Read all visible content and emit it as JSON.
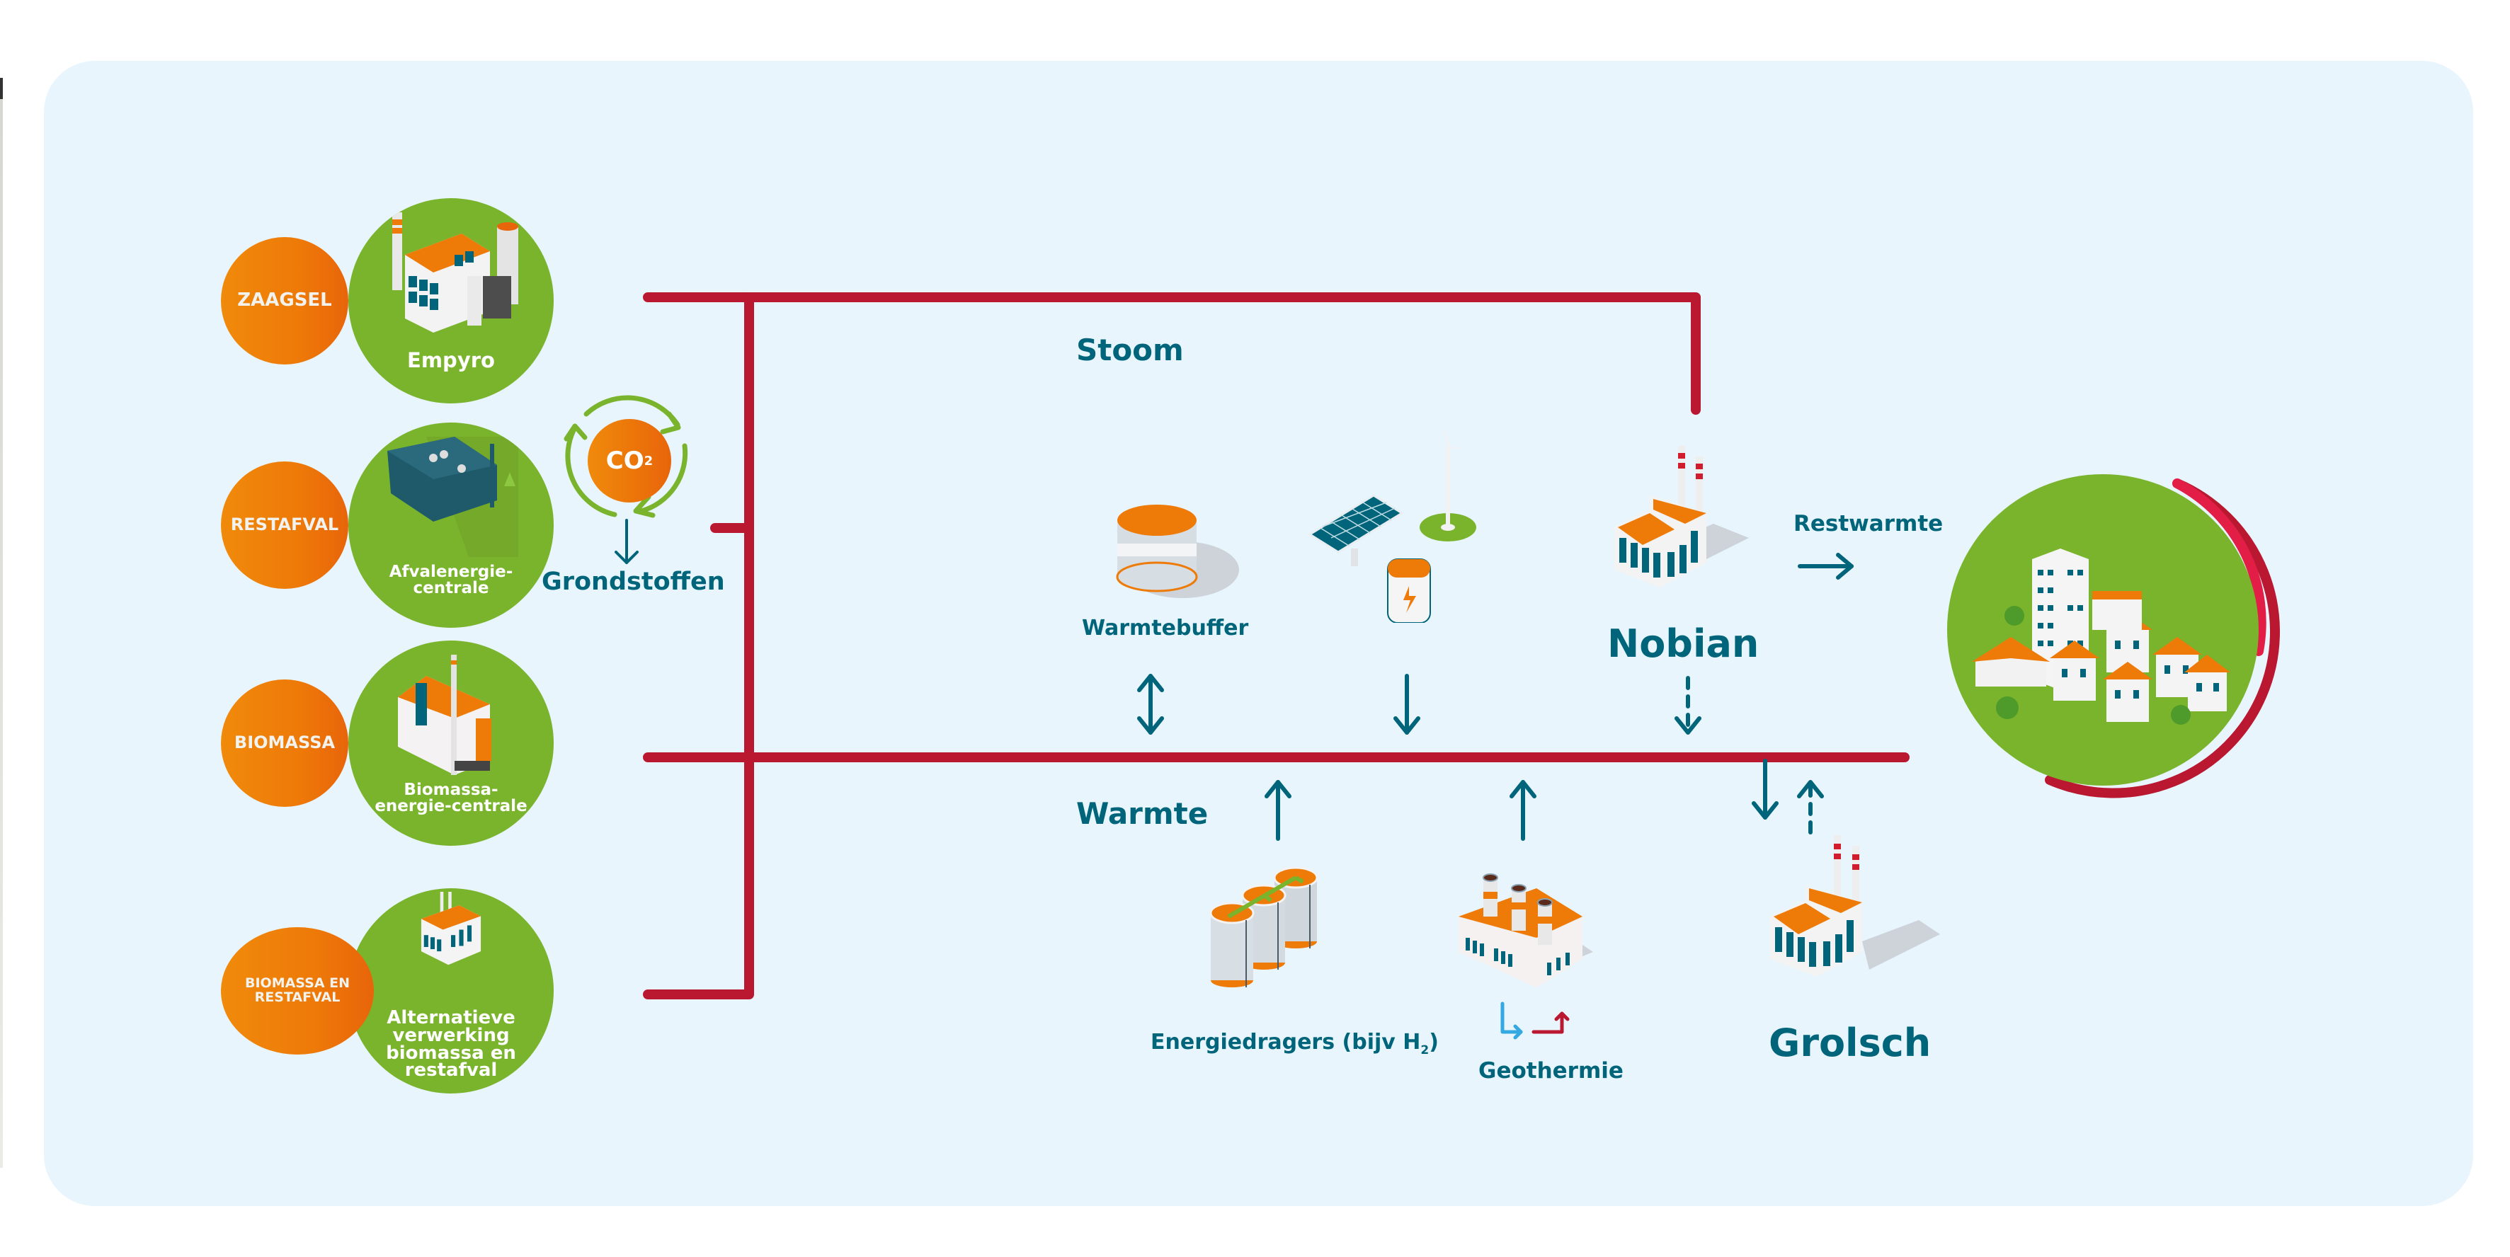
{
  "colors": {
    "background_panel": "#e8f5fd",
    "pipe_red": "#ba1830",
    "teal": "#00657a",
    "green": "#7ab42c",
    "orange": "#ee7a08",
    "arc_red": "#e21e47",
    "geo_blue": "#34a9e1"
  },
  "inputs": [
    {
      "material": "ZAAGSEL",
      "plant": "Empyro",
      "icon": "power-plant-icon"
    },
    {
      "material": "RESTAFVAL",
      "plant": "Afvalenergie-centrale",
      "icon": "waste-plant-icon"
    },
    {
      "material": "BIOMASSA",
      "plant": "Biomassa-energie-centrale",
      "icon": "biomass-plant-icon"
    },
    {
      "material": "BIOMASSA EN RESTAFVAL",
      "plant": "Alternatieve verwerking biomassa en restafval",
      "icon": "factory-icon"
    }
  ],
  "co2": {
    "label": "CO",
    "subscript": "2",
    "output_label": "Grondstoffen"
  },
  "networks": {
    "steam": "Stoom",
    "heat": "Warmte"
  },
  "nodes": {
    "heat_buffer": {
      "label": "Warmtebuffer",
      "flow": "bidirectional"
    },
    "renewables": {
      "label": "",
      "flow": "to-heat"
    },
    "nobian": {
      "label": "Nobian",
      "flow": "to-heat-dashed",
      "side_output": "Restwarmte"
    },
    "energy_carriers": {
      "label_main": "Energiedragers (bijv H",
      "label_sub": "2",
      "label_end": ")",
      "flow": "to-heat"
    },
    "geothermal": {
      "label": "Geothermie",
      "flow": "to-heat"
    },
    "grolsch": {
      "label": "Grolsch",
      "flow": "from-heat, to-heat-dashed"
    }
  },
  "city": {
    "icon": "city-district-icon"
  }
}
